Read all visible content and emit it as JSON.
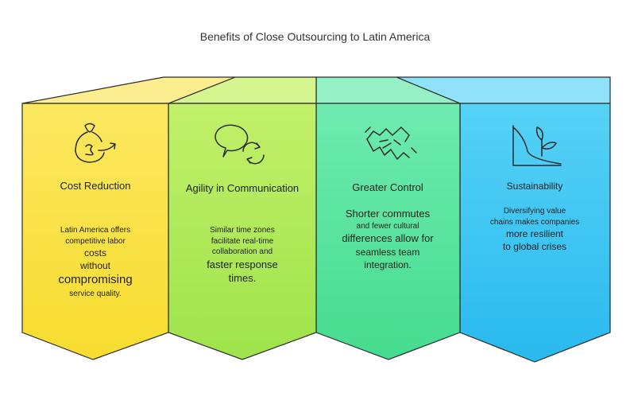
{
  "title": "Benefits of Close Outsourcing to Latin America",
  "colors": {
    "yellow": "#FBE34A",
    "green": "#B6EE5B",
    "teal": "#5CE8A4",
    "blue": "#3DC8F5",
    "outline": "#2b2b2b"
  },
  "panels": [
    {
      "icon": "money-bag-icon",
      "heading": "Cost Reduction",
      "lines": [
        {
          "text": "Latin America offers",
          "size": "sm"
        },
        {
          "text": "competitive labor",
          "size": "sm"
        },
        {
          "text": "costs",
          "size": "md"
        },
        {
          "text": "without",
          "size": "md"
        },
        {
          "text": "compromising",
          "size": "xl"
        },
        {
          "text": "service quality.",
          "size": "sm"
        }
      ]
    },
    {
      "icon": "chat-refresh-icon",
      "heading": "Agility in Communication",
      "lines": [
        {
          "text": "Similar time zones",
          "size": "sm"
        },
        {
          "text": "facilitate real-time",
          "size": "sm"
        },
        {
          "text": "collaboration and",
          "size": "sm"
        },
        {
          "text": "faster response",
          "size": "lg"
        },
        {
          "text": "times.",
          "size": "lg"
        }
      ]
    },
    {
      "icon": "handshake-icon",
      "heading": "Greater Control",
      "lines": [
        {
          "text": "Shorter commutes",
          "size": "lg"
        },
        {
          "text": "and fewer cultural",
          "size": "sm"
        },
        {
          "text": "differences allow for",
          "size": "lg"
        },
        {
          "text": "seamless team",
          "size": "md"
        },
        {
          "text": "integration.",
          "size": "md"
        }
      ]
    },
    {
      "icon": "plant-growth-icon",
      "heading": "Sustainability",
      "lines": [
        {
          "text": "Diversifying value",
          "size": "sm"
        },
        {
          "text": "chains makes companies",
          "size": "sm"
        },
        {
          "text": "more resilient",
          "size": "md"
        },
        {
          "text": "to global crises",
          "size": "md"
        }
      ]
    }
  ]
}
